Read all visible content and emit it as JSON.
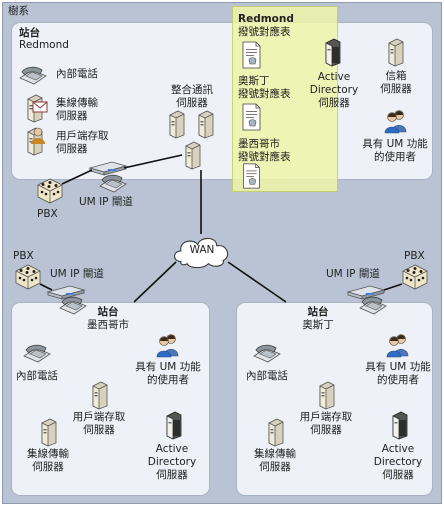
{
  "forest": {
    "label": "樹系"
  },
  "colors": {
    "forest_bg": "#b9c3d3",
    "site_bg": "#eef1f7",
    "highlight": "#eef5a8",
    "line": "#111111"
  },
  "site_redmond": {
    "title": "站台",
    "name": "Redmond",
    "phone": "內部電話",
    "hub_transport": [
      "集線傳輸",
      "伺服器"
    ],
    "client_access": [
      "用戶端存取",
      "伺服器"
    ],
    "unified_messaging": [
      "整合通訊",
      "伺服器"
    ],
    "dial_plan_redmond": [
      "Redmond",
      "撥號對應表"
    ],
    "dial_plan_austin": [
      "奧斯丁",
      "撥號對應表"
    ],
    "dial_plan_mexico": [
      "墨西哥市",
      "撥號對應表"
    ],
    "active_directory": [
      "Active",
      "Directory",
      "伺服器"
    ],
    "mailbox": [
      "信箱",
      "伺服器"
    ],
    "um_users": [
      "具有 UM 功能",
      "的使用者"
    ],
    "pbx": "PBX",
    "um_ip_gateway": "UM IP 閘道"
  },
  "wan": "WAN",
  "site_mexico": {
    "title": "站台",
    "name": "墨西哥市",
    "pbx": "PBX",
    "um_ip_gateway": "UM IP 閘道",
    "phone": "內部電話",
    "um_users": [
      "具有 UM 功能",
      "的使用者"
    ],
    "client_access": [
      "用戶端存取",
      "伺服器"
    ],
    "hub_transport": [
      "集線傳輸",
      "伺服器"
    ],
    "active_directory": [
      "Active",
      "Directory",
      "伺服器"
    ]
  },
  "site_austin": {
    "title": "站台",
    "name": "奧斯丁",
    "pbx": "PBX",
    "um_ip_gateway": "UM IP 閘道",
    "phone": "內部電話",
    "um_users": [
      "具有 UM 功能",
      "的使用者"
    ],
    "client_access": [
      "用戶端存取",
      "伺服器"
    ],
    "hub_transport": [
      "集線傳輸",
      "伺服器"
    ],
    "active_directory": [
      "Active",
      "Directory",
      "伺服器"
    ]
  }
}
